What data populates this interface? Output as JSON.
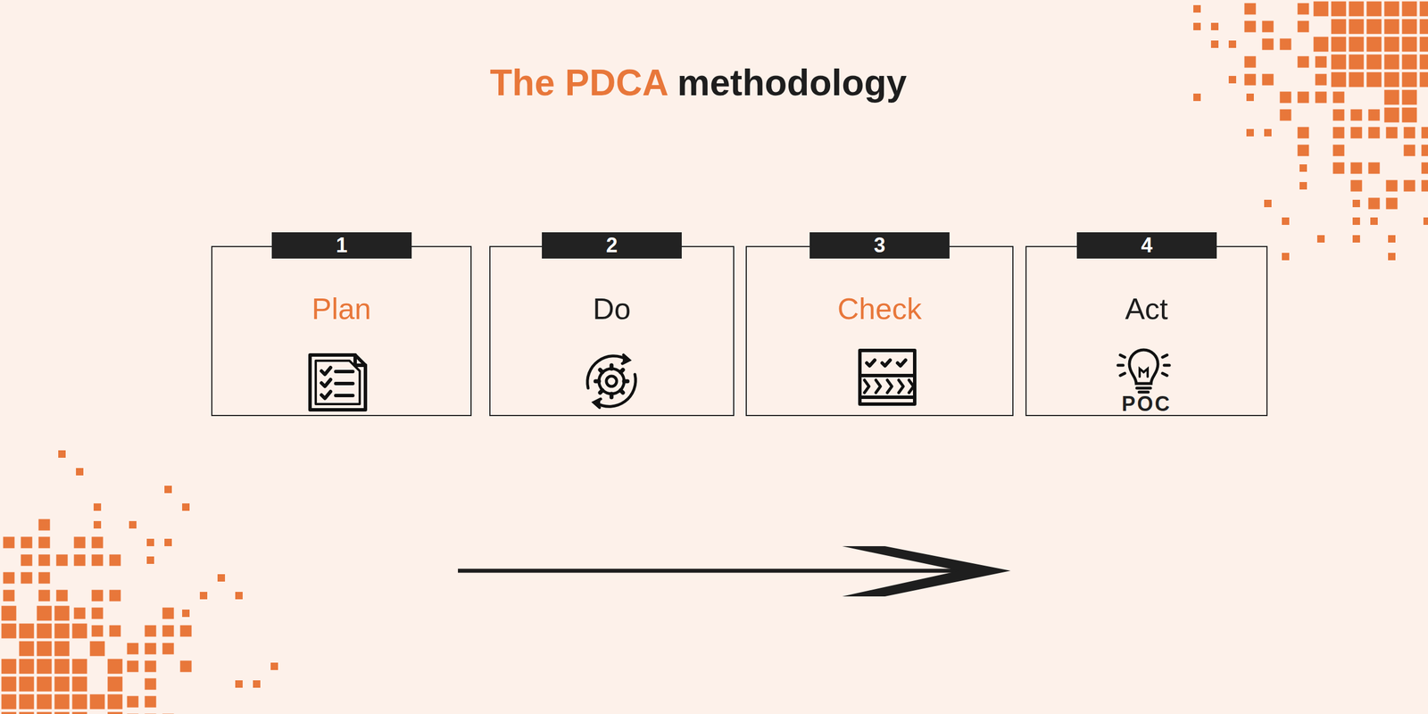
{
  "diagram": {
    "title": "The PDCA methodology",
    "nodes": [
      {
        "text": [
          "1",
          "Plan"
        ]
      },
      {
        "text": [
          "2",
          "Do"
        ]
      },
      {
        "text": [
          "3",
          "Check"
        ]
      },
      {
        "text": [
          "4",
          "Act",
          "POC"
        ]
      }
    ]
  }
}
